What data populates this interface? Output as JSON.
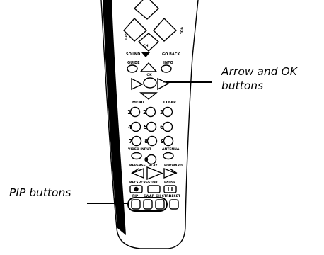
{
  "image": {
    "kind": "remote control diagram",
    "colors": {
      "line": "#000000",
      "background": "#ffffff"
    }
  },
  "callouts": {
    "arrow_ok": {
      "line1": "Arrow and OK",
      "line2": "buttons"
    },
    "pip": {
      "text": "PIP buttons"
    }
  },
  "remote": {
    "side_labels": [
      "VOL",
      "VOL"
    ],
    "top_label": "CH",
    "labels": {
      "sound": "SOUND",
      "go_back": "GO BACK",
      "guide": "GUIDE",
      "info": "INFO",
      "ok": "OK",
      "menu": "MENU",
      "clear": "CLEAR",
      "video_input": "VIDEO INPUT",
      "antenna": "ANTENNA",
      "reverse": "REVERSE",
      "play": "PLAY",
      "forward": "FORWARD",
      "rec_vcr": "REC•VCR+",
      "stop": "STOP",
      "pause": "PAUSE",
      "pip": "PIP",
      "swap": "SWAP",
      "ch_ctrl": "CH CTRL",
      "reset": "RESET"
    },
    "digits": [
      "1",
      "2",
      "3",
      "4",
      "5",
      "6",
      "7",
      "8",
      "9",
      "0"
    ],
    "icons": [
      "mute-icon",
      "up-arrow-icon",
      "left-arrow-icon",
      "right-arrow-icon",
      "down-arrow-icon",
      "ok-oval-icon",
      "reverse-icon",
      "play-icon",
      "forward-icon"
    ]
  }
}
